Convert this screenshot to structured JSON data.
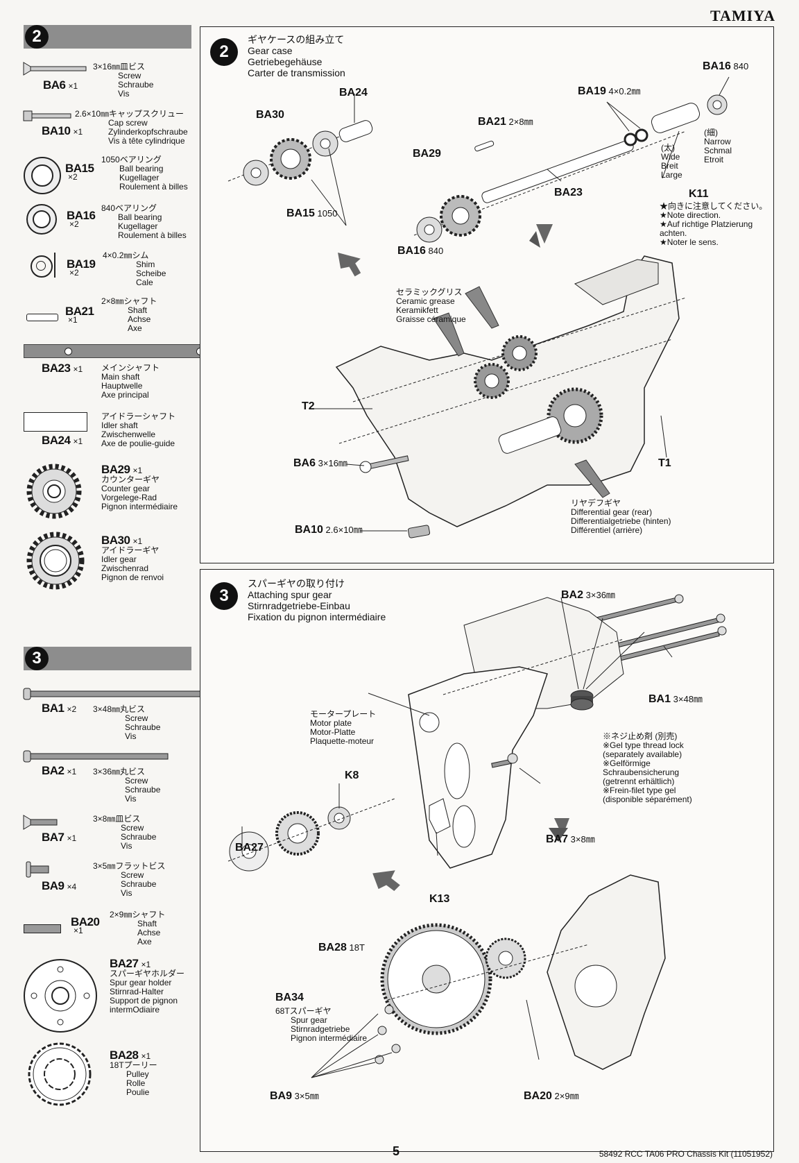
{
  "brand": "TAMIYA",
  "page_number": "5",
  "footer_code": "58492  RCC TA06 PRO Chassis Kit (11051952)",
  "sidebar_step2": {
    "number": "2",
    "parts": [
      {
        "code": "BA6",
        "qty": "×1",
        "jp": "3×16㎜皿ビス",
        "t": [
          "Screw",
          "Schraube",
          "Vis"
        ]
      },
      {
        "code": "BA10",
        "qty": "×1",
        "jp": "2.6×10㎜キャップスクリュー",
        "t": [
          "Cap screw",
          "Zylinderkopfschraube",
          "Vis à tête cylindrique"
        ]
      },
      {
        "code": "BA15",
        "qty": "×2",
        "jp": "1050ベアリング",
        "t": [
          "Ball bearing",
          "Kugellager",
          "Roulement à billes"
        ]
      },
      {
        "code": "BA16",
        "qty": "×2",
        "jp": "840ベアリング",
        "t": [
          "Ball bearing",
          "Kugellager",
          "Roulement à billes"
        ]
      },
      {
        "code": "BA19",
        "qty": "×2",
        "jp": "4×0.2㎜シム",
        "t": [
          "Shim",
          "Scheibe",
          "Cale"
        ]
      },
      {
        "code": "BA21",
        "qty": "×1",
        "jp": "2×8㎜シャフト",
        "t": [
          "Shaft",
          "Achse",
          "Axe"
        ]
      },
      {
        "code": "BA23",
        "qty": "×1",
        "jp": "メインシャフト",
        "t": [
          "Main shaft",
          "Hauptwelle",
          "Axe principal"
        ]
      },
      {
        "code": "BA24",
        "qty": "×1",
        "jp": "アイドラーシャフト",
        "t": [
          "Idler shaft",
          "Zwischenwelle",
          "Axe de poulie-guide"
        ]
      },
      {
        "code": "BA29",
        "qty": "×1",
        "jp": "カウンターギヤ",
        "t": [
          "Counter gear",
          "Vorgelege-Rad",
          "Pignon intermédiaire"
        ]
      },
      {
        "code": "BA30",
        "qty": "×1",
        "jp": "アイドラーギヤ",
        "t": [
          "Idler gear",
          "Zwischenrad",
          "Pignon de renvoi"
        ]
      }
    ]
  },
  "sidebar_step3": {
    "number": "3",
    "parts": [
      {
        "code": "BA1",
        "qty": "×2",
        "jp": "3×48㎜丸ビス",
        "t": [
          "Screw",
          "Schraube",
          "Vis"
        ]
      },
      {
        "code": "BA2",
        "qty": "×1",
        "jp": "3×36㎜丸ビス",
        "t": [
          "Screw",
          "Schraube",
          "Vis"
        ]
      },
      {
        "code": "BA7",
        "qty": "×1",
        "jp": "3×8㎜皿ビス",
        "t": [
          "Screw",
          "Schraube",
          "Vis"
        ]
      },
      {
        "code": "BA9",
        "qty": "×4",
        "jp": "3×5㎜フラットビス",
        "t": [
          "Screw",
          "Schraube",
          "Vis"
        ]
      },
      {
        "code": "BA20",
        "qty": "×1",
        "jp": "2×9㎜シャフト",
        "t": [
          "Shaft",
          "Achse",
          "Axe"
        ]
      },
      {
        "code": "BA27",
        "qty": "×1",
        "jp": "スパーギヤホルダー",
        "t": [
          "Spur gear holder",
          "Stirnrad-Halter",
          "Support de pignon",
          "intermOdiaire"
        ]
      },
      {
        "code": "BA28",
        "qty": "×1",
        "jp": "18Tプーリー",
        "t": [
          "Pulley",
          "Rolle",
          "Poulie"
        ]
      }
    ]
  },
  "step2": {
    "number": "2",
    "title": [
      "ギヤケースの組み立て",
      "Gear case",
      "Getriebegehäuse",
      "Carter de transmission"
    ],
    "labels": {
      "ba30": "BA30",
      "ba24": "BA24",
      "ba21": "BA21",
      "ba21_size": "2×8㎜",
      "ba19": "BA19",
      "ba19_size": "4×0.2㎜",
      "ba16a": "BA16",
      "ba16a_size": "840",
      "ba29": "BA29",
      "ba23": "BA23",
      "ba15": "BA15",
      "ba15_size": "1050",
      "ba16b": "BA16",
      "ba16b_size": "840",
      "k11": "K11",
      "narrow": [
        "(細)",
        "Narrow",
        "Schmal",
        "Etroit"
      ],
      "wide": [
        "(太)",
        "Wide",
        "Breit",
        "Large"
      ],
      "note": [
        "★向きに注意してください。",
        "★Note direction.",
        "★Auf richtige Platzierung",
        "achten.",
        "★Noter le sens."
      ],
      "grease": [
        "セラミックグリス",
        "Ceramic grease",
        "Keramikfett",
        "Graisse céramique"
      ],
      "t2": "T2",
      "t1": "T1",
      "ba6": "BA6",
      "ba6_size": "3×16㎜",
      "ba10": "BA10",
      "ba10_size": "2.6×10㎜",
      "diff": [
        "リヤデフギヤ",
        "Differential gear (rear)",
        "Differentialgetriebe (hinten)",
        "Différentiel (arrière)"
      ]
    }
  },
  "step3": {
    "number": "3",
    "title": [
      "スパーギヤの取り付け",
      "Attaching spur gear",
      "Stirnradgetriebe-Einbau",
      "Fixation du pignon intermédiaire"
    ],
    "labels": {
      "ba2": "BA2",
      "ba2_size": "3×36㎜",
      "ba1": "BA1",
      "ba1_size": "3×48㎜",
      "motor": [
        "モータープレート",
        "Motor plate",
        "Motor-Platte",
        "Plaquette-moteur"
      ],
      "lock": [
        "※ネジ止め剤 (別売)",
        "※Gel type thread lock",
        "(separately available)",
        "※Gelförmige",
        "Schraubensicherung",
        "(getrennt erhältlich)",
        "※Frein-filet type gel",
        "(disponible séparément)"
      ],
      "ba7": "BA7",
      "ba7_size": "3×8㎜",
      "k8": "K8",
      "ba27": "BA27",
      "k13": "K13",
      "ba28": "BA28",
      "ba28_size": "18T",
      "ba34": "BA34",
      "spur": [
        "68Tスパーギヤ",
        "Spur gear",
        "Stirnradgetriebe",
        "Pignon intermédiaire"
      ],
      "ba9": "BA9",
      "ba9_size": "3×5㎜",
      "ba20": "BA20",
      "ba20_size": "2×9㎜"
    }
  }
}
